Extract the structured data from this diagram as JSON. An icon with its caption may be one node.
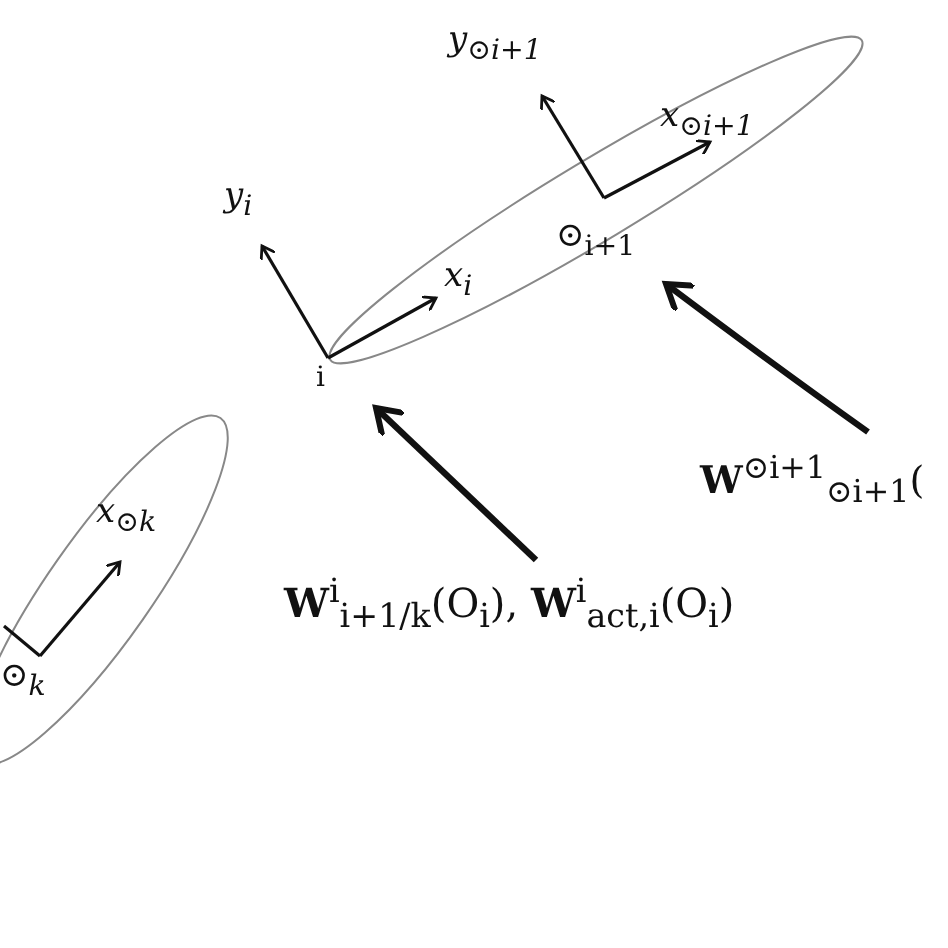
{
  "diagram": {
    "nodes": [
      {
        "text": [
          "i"
        ]
      },
      {
        "text": [
          "⊙$_{i+1}$"
        ]
      },
      {
        "text": [
          "**W**$^{i}$$_{i+1/k}$(O$_{i}$), **W**$^{i}$$_{act,i}$(O$_{i}$)"
        ]
      },
      {
        "text": [
          "**W**$^{⊙i+1}$$_{⊙i+1}$("
        ]
      }
    ],
    "edges": [
      {
        "from": 2,
        "to": 0,
        "arrow": "to"
      },
      {
        "from": 3,
        "to": 1,
        "arrow": "to"
      }
    ],
    "labels": [
      "y$_{i}$",
      "x$_{i}$",
      "y$_{⊙i+1}$",
      "x$_{⊙i+1}$",
      "x$_{⊙k}$",
      "⊙$_{k}$"
    ]
  }
}
